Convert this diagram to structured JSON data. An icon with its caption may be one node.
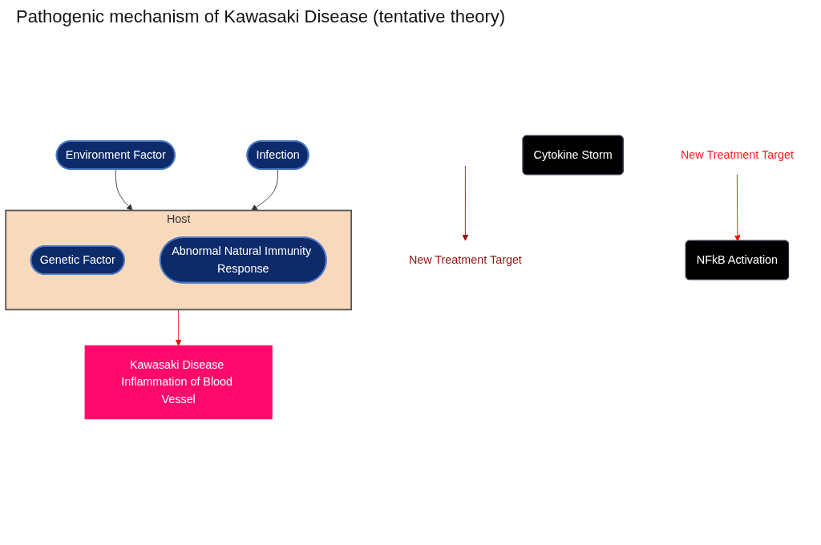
{
  "diagram": {
    "title": "Pathogenic mechanism of Kawasaki Disease (tentative theory)",
    "nodes": [
      {
        "text": [
          "Environment Factor"
        ]
      },
      {
        "text": [
          "Infection"
        ]
      },
      {
        "text": [
          "Host"
        ]
      },
      {
        "text": [
          "Genetic Factor"
        ],
        "in": 2
      },
      {
        "text": [
          "Abnormal Natural Immunity Response"
        ],
        "in": 2
      },
      {
        "text": [
          "New Treatment Target"
        ]
      },
      {
        "text": [
          "New Treatment Target"
        ]
      },
      {
        "text": [
          "NFkB Activation"
        ]
      },
      {
        "text": [
          "Cytokine Storm"
        ]
      },
      {
        "text": [
          "Kawasaki Disease Inflammation of Blood Vessel"
        ]
      }
    ],
    "edges": [
      {
        "from": 0,
        "to": 2,
        "arrow": "to"
      },
      {
        "from": 1,
        "to": 2,
        "arrow": "to"
      },
      {
        "from": 5,
        "to": 7,
        "arrow": "to",
        "color": "#ff0000"
      },
      {
        "from": null,
        "to": 6,
        "arrow": "to",
        "color": "#9b1010"
      },
      {
        "from": 2,
        "to": 9,
        "arrow": "to",
        "color": "#ff0000"
      }
    ]
  }
}
